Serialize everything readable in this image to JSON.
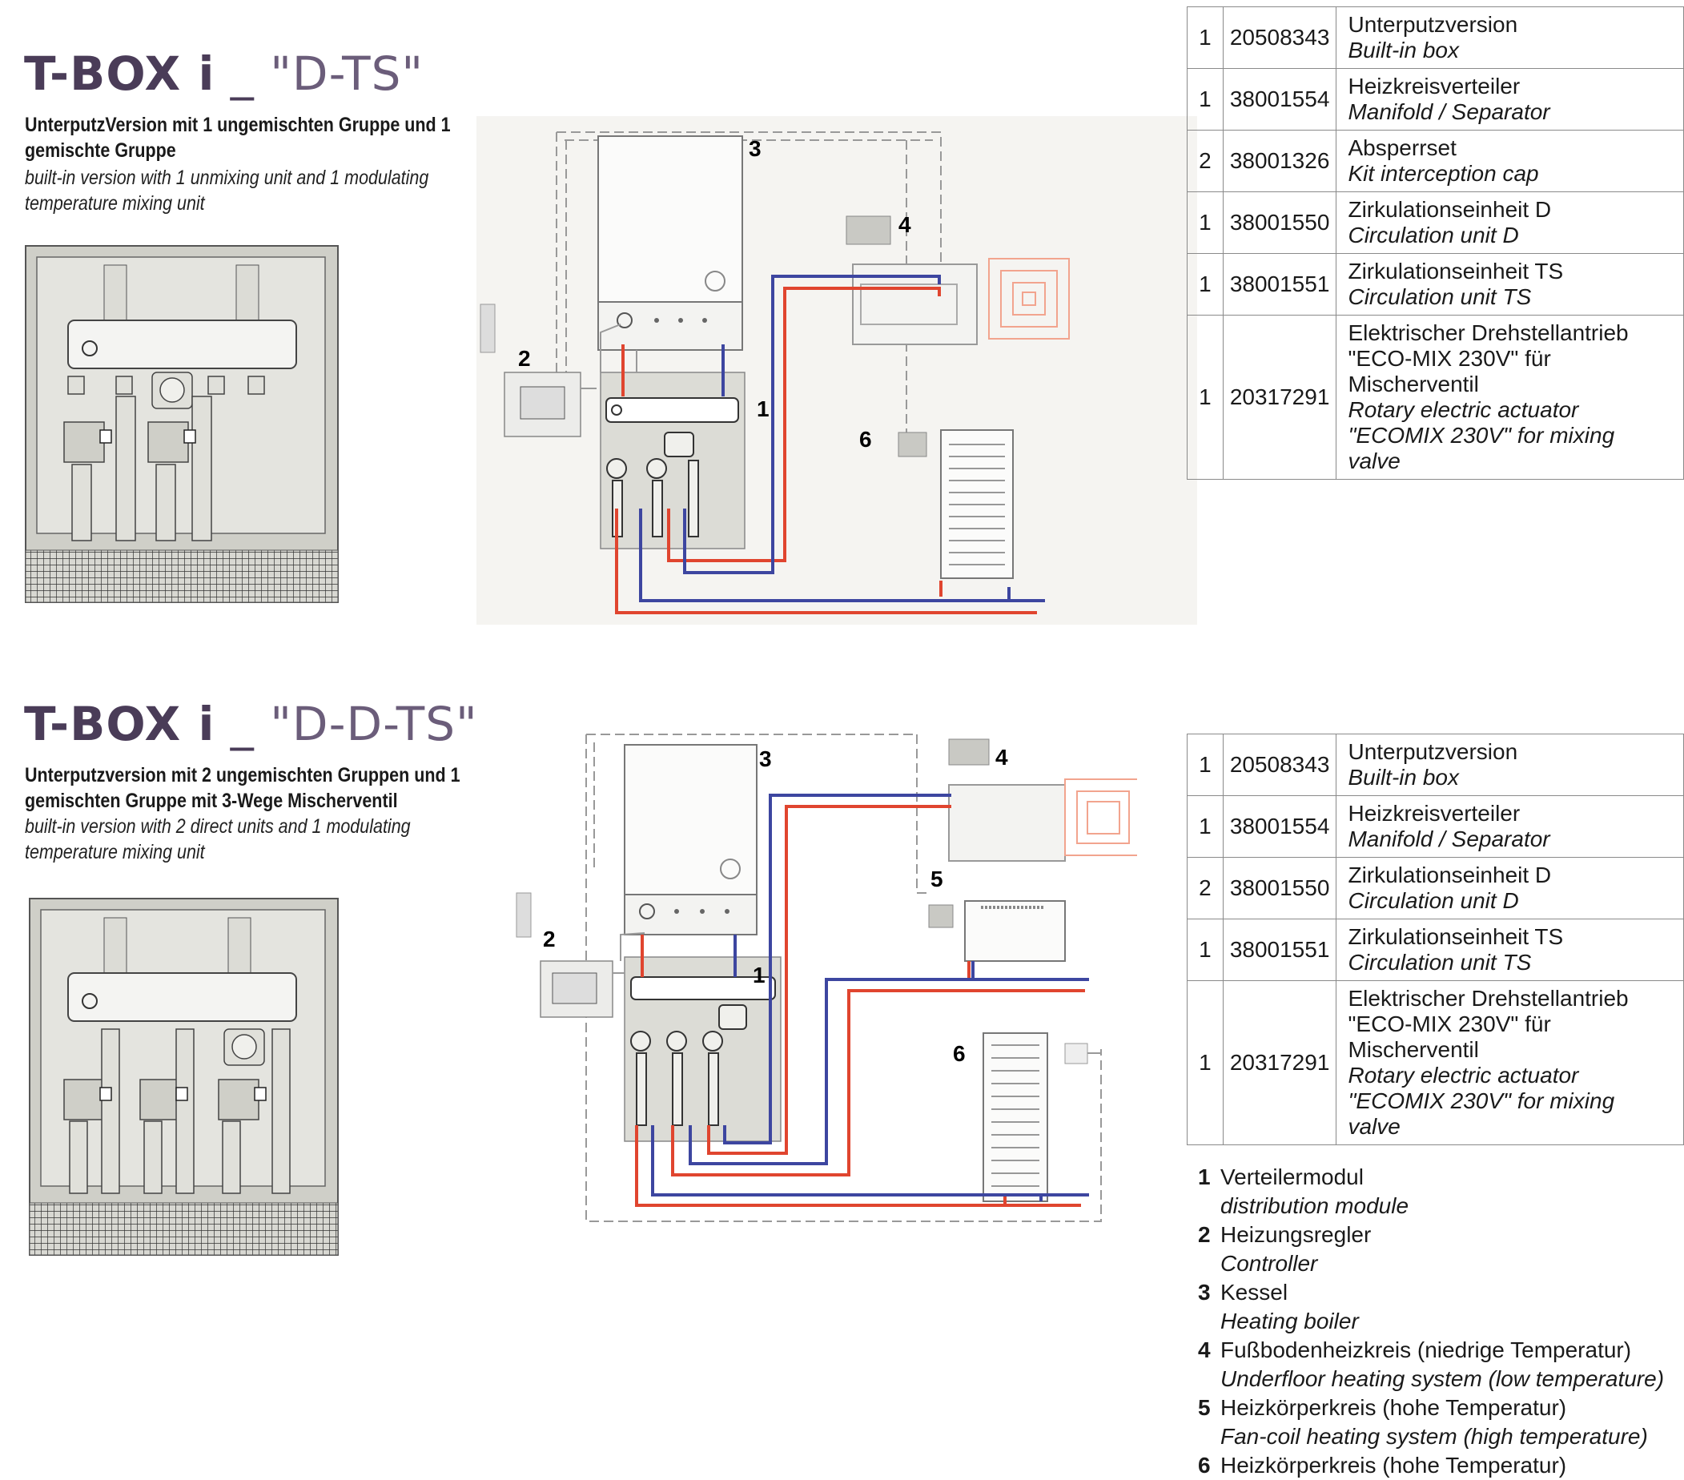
{
  "section1": {
    "title_bold": "T-BOX i",
    "title_sep": " _ ",
    "title_code": "\"D-TS\"",
    "subtitle_de": "UnterputzVersion mit 1 ungemischten Gruppe und 1 gemischte Gruppe",
    "subtitle_en": "built-in version with 1 unmixing unit and 1 modulating temperature mixing unit",
    "diagram_labels": [
      "1",
      "2",
      "3",
      "4",
      "6"
    ],
    "parts": [
      {
        "qty": "1",
        "number": "20508343",
        "de": "Unterputzversion",
        "en": "Built-in box"
      },
      {
        "qty": "1",
        "number": "38001554",
        "de": "Heizkreisverteiler",
        "en": "Manifold / Separator"
      },
      {
        "qty": "2",
        "number": "38001326",
        "de": "Absperrset",
        "en": "Kit interception cap"
      },
      {
        "qty": "1",
        "number": "38001550",
        "de": "Zirkulationseinheit D",
        "en": "Circulation unit D"
      },
      {
        "qty": "1",
        "number": "38001551",
        "de": "Zirkulationseinheit TS",
        "en": "Circulation unit TS"
      },
      {
        "qty": "1",
        "number": "20317291",
        "de": "Elektrischer Drehstellantrieb \"ECO-MIX 230V\" für Mischerventil",
        "en": "Rotary electric actuator \"ECOMIX 230V\" for mixing valve"
      }
    ]
  },
  "section2": {
    "title_bold": "T-BOX i",
    "title_sep": " _ ",
    "title_code": "\"D-D-TS\"",
    "subtitle_de": "Unterputzversion mit 2 ungemischten Gruppen und 1 gemischten Gruppe mit 3-Wege Mischerventil",
    "subtitle_en": "built-in version with 2 direct units and 1 modulating temperature mixing unit",
    "diagram_labels": [
      "1",
      "2",
      "3",
      "4",
      "5",
      "6"
    ],
    "parts": [
      {
        "qty": "1",
        "number": "20508343",
        "de": "Unterputzversion",
        "en": "Built-in box"
      },
      {
        "qty": "1",
        "number": "38001554",
        "de": "Heizkreisverteiler",
        "en": "Manifold / Separator"
      },
      {
        "qty": "2",
        "number": "38001550",
        "de": "Zirkulationseinheit D",
        "en": "Circulation unit D"
      },
      {
        "qty": "1",
        "number": "38001551",
        "de": "Zirkulationseinheit TS",
        "en": "Circulation unit TS"
      },
      {
        "qty": "1",
        "number": "20317291",
        "de": "Elektrischer Drehstellantrieb \"ECO-MIX 230V\" für Mischerventil",
        "en": "Rotary electric actuator \"ECOMIX 230V\" for mixing valve"
      }
    ]
  },
  "legend": [
    {
      "n": "1",
      "de": "Verteilermodul",
      "en": "distribution module"
    },
    {
      "n": "2",
      "de": "Heizungsregler",
      "en": "Controller"
    },
    {
      "n": "3",
      "de": "Kessel",
      "en": "Heating boiler"
    },
    {
      "n": "4",
      "de": "Fußbodenheizkreis (niedrige Temperatur)",
      "en": "Underfloor heating system (low temperature)"
    },
    {
      "n": "5",
      "de": "Heizkörperkreis (hohe Temperatur)",
      "en": "Fan-coil heating system (high temperature)"
    },
    {
      "n": "6",
      "de": "Heizkörperkreis (hohe Temperatur)",
      "en": ""
    }
  ],
  "colors": {
    "title": "#4a3c58",
    "pipe_hot": "#e0452f",
    "pipe_cold": "#3d46a0",
    "box_fill": "#dcdcd6"
  }
}
